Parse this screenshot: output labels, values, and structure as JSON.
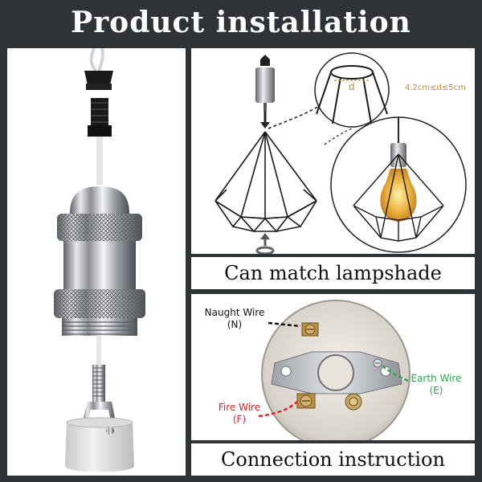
{
  "header": {
    "title": "Product installation"
  },
  "top_right": {
    "caption": "Can match lampshade",
    "dimension_symbol": "d",
    "size_range": "4.2cm≤d≤5cm"
  },
  "bottom_right": {
    "caption": "Connection instruction",
    "wires": {
      "naught": {
        "label": "Naught Wire",
        "code": "(N)",
        "color": "#111111"
      },
      "earth": {
        "label": "Earth Wire",
        "code": "(E)",
        "color": "#2fa84f"
      },
      "fire": {
        "label": "Fire Wire",
        "code": "(F)",
        "color": "#e0262a"
      }
    }
  },
  "colors": {
    "background": "#2f3338",
    "panel": "#ffffff",
    "dimension": "#d08a2a"
  }
}
